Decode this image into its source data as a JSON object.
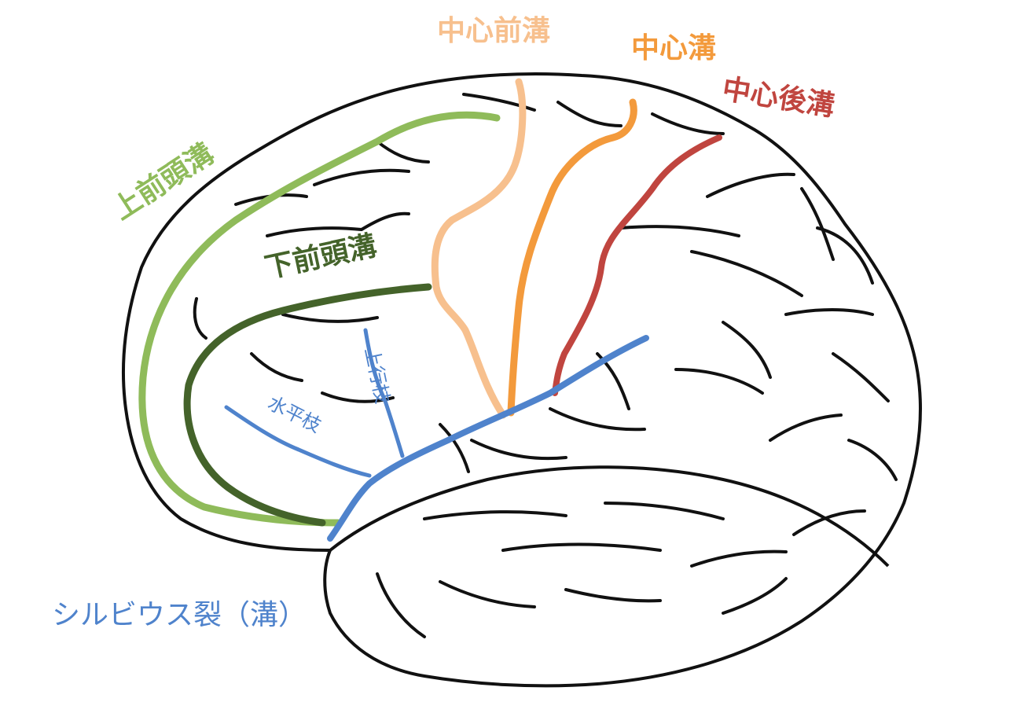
{
  "diagram": {
    "labels": {
      "precentral_sulcus": "中心前溝",
      "central_sulcus": "中心溝",
      "postcentral_sulcus": "中心後溝",
      "superior_frontal_sulcus": "上前頭溝",
      "inferior_frontal_sulcus": "下前頭溝",
      "ascending_ramus": "上行枝",
      "horizontal_ramus": "水平枝",
      "sylvian_fissure": "シルビウス裂（溝）"
    },
    "colors": {
      "precentral_sulcus": "#f7c08e",
      "central_sulcus": "#f39a3c",
      "postcentral_sulcus": "#c0453f",
      "superior_frontal_sulcus": "#8fbb5a",
      "inferior_frontal_sulcus": "#44632a",
      "sylvian_fissure": "#4f83cc",
      "outline": "#111111"
    }
  }
}
